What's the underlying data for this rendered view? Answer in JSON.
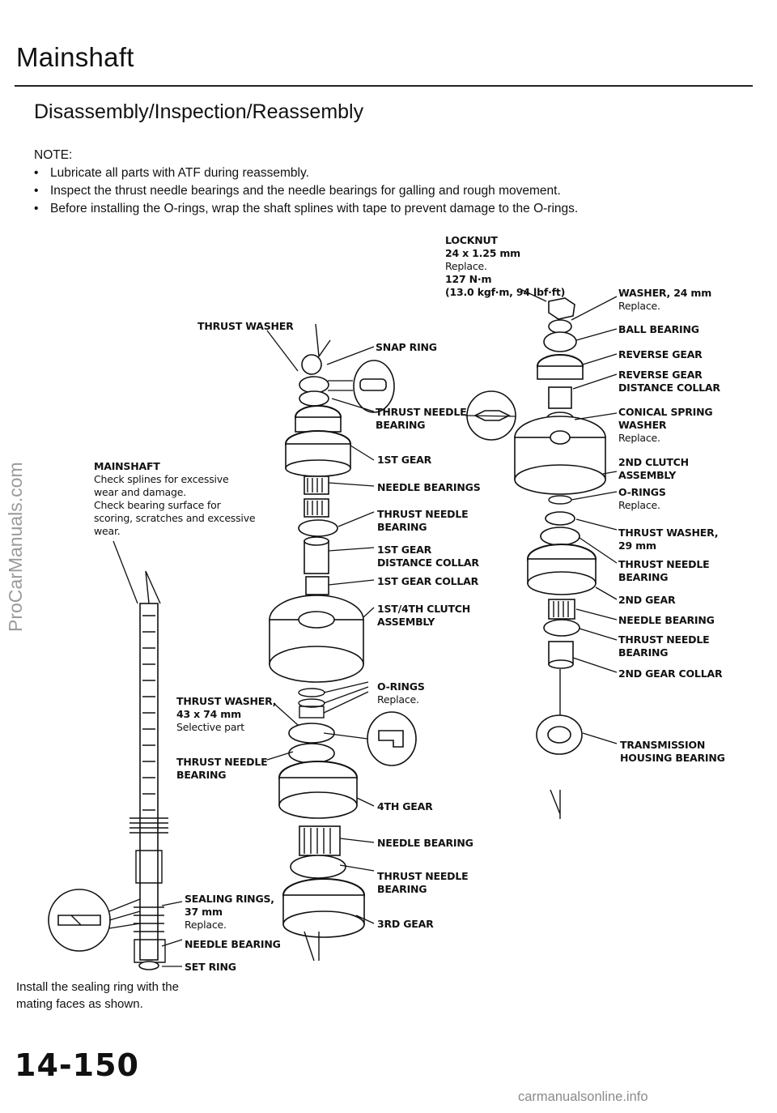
{
  "page": {
    "title": "Mainshaft",
    "subtitle": "Disassembly/Inspection/Reassembly",
    "page_number": "14-150",
    "watermark_side": "ProCarManuals.com",
    "watermark_bottom": "carmanualsonline.info"
  },
  "notes": {
    "heading": "NOTE:",
    "items": [
      "Lubricate all parts with ATF during reassembly.",
      "Inspect the thrust needle bearings and the needle bearings for galling and rough movement.",
      "Before installing the O-rings, wrap the shaft splines with tape to prevent damage to the O-rings."
    ]
  },
  "labels": {
    "locknut": {
      "l1": "LOCKNUT",
      "l2": "24 x 1.25 mm",
      "l3": "Replace.",
      "l4": "127 N·m",
      "l5": "(13.0 kgf·m, 94 lbf·ft)"
    },
    "washer_24": {
      "l1": "WASHER, 24 mm",
      "l2": "Replace."
    },
    "ball_bearing": "BALL BEARING",
    "reverse_gear": "REVERSE GEAR",
    "reverse_collar": {
      "l1": "REVERSE GEAR",
      "l2": "DISTANCE COLLAR"
    },
    "conical_washer": {
      "l1": "CONICAL SPRING",
      "l2": "WASHER",
      "l3": "Replace."
    },
    "clutch_2nd": {
      "l1": "2ND CLUTCH",
      "l2": "ASSEMBLY"
    },
    "orings_right": {
      "l1": "O-RINGS",
      "l2": "Replace."
    },
    "thrust_washer_29": {
      "l1": "THRUST WASHER,",
      "l2": "29 mm"
    },
    "tnb_right1": {
      "l1": "THRUST NEEDLE",
      "l2": "BEARING"
    },
    "gear_2nd": "2ND GEAR",
    "needle_bearing_right": "NEEDLE BEARING",
    "tnb_right2": {
      "l1": "THRUST NEEDLE",
      "l2": "BEARING"
    },
    "collar_2nd": "2ND GEAR COLLAR",
    "housing_bearing": {
      "l1": "TRANSMISSION",
      "l2": "HOUSING BEARING"
    },
    "thrust_washer_top": "THRUST WASHER",
    "snap_ring": "SNAP RING",
    "tnb_mid1": {
      "l1": "THRUST NEEDLE",
      "l2": "BEARING"
    },
    "gear_1st": "1ST GEAR",
    "needle_bearings_mid": "NEEDLE BEARINGS",
    "tnb_mid2": {
      "l1": "THRUST NEEDLE",
      "l2": "BEARING"
    },
    "distance_1st": {
      "l1": "1ST GEAR",
      "l2": "DISTANCE COLLAR"
    },
    "collar_1st": "1ST GEAR COLLAR",
    "clutch_14": {
      "l1": "1ST/4TH CLUTCH",
      "l2": "ASSEMBLY"
    },
    "orings_mid": {
      "l1": "O-RINGS",
      "l2": "Replace."
    },
    "mainshaft": {
      "l1": "MAINSHAFT",
      "l2": "Check splines for excessive",
      "l3": "wear and damage.",
      "l4": "Check bearing surface for",
      "l5": "scoring, scratches and excessive",
      "l6": "wear."
    },
    "thrust_washer_43": {
      "l1": "THRUST WASHER,",
      "l2": "43 x 74 mm",
      "l3": "Selective part"
    },
    "tnb_left": {
      "l1": "THRUST NEEDLE",
      "l2": "BEARING"
    },
    "gear_4th": "4TH GEAR",
    "needle_bearing_low": "NEEDLE BEARING",
    "tnb_low": {
      "l1": "THRUST NEEDLE",
      "l2": "BEARING"
    },
    "gear_3rd": "3RD GEAR",
    "sealing_rings": {
      "l1": "SEALING RINGS,",
      "l2": "37 mm",
      "l3": "Replace."
    },
    "needle_bearing_bottom": "NEEDLE BEARING",
    "set_ring": "SET RING"
  },
  "install_note": {
    "l1": "Install the sealing ring with the",
    "l2": "mating faces as shown."
  }
}
